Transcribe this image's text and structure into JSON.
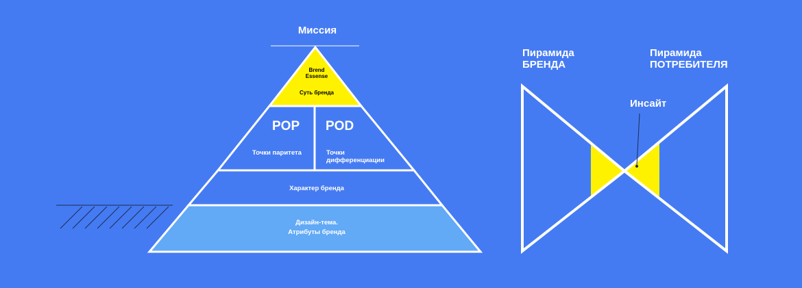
{
  "colors": {
    "background": "#457bf2",
    "outline": "#ffffff",
    "essence_fill": "#fff200",
    "base_fill": "#62a9f6",
    "insight_fill": "#fff200"
  },
  "pyramid": {
    "mission": "Миссия",
    "essence": {
      "line1": "Brend",
      "line2": "Essense",
      "line3": "Суть бренда"
    },
    "pop": {
      "abbr": "POP",
      "desc": "Точки паритета"
    },
    "pod": {
      "abbr": "POD",
      "desc": "Точки дифференциации"
    },
    "character": "Характер бренда",
    "design": {
      "line1": "Дизайн-тема.",
      "line2": "Атрибуты бренда"
    }
  },
  "right": {
    "brand_title": {
      "line1": "Пирамида",
      "line2": "БРЕНДА"
    },
    "consumer_title": {
      "line1": "Пирамида",
      "line2": "ПОТРЕБИТЕЛЯ"
    },
    "insight": "Инсайт"
  }
}
